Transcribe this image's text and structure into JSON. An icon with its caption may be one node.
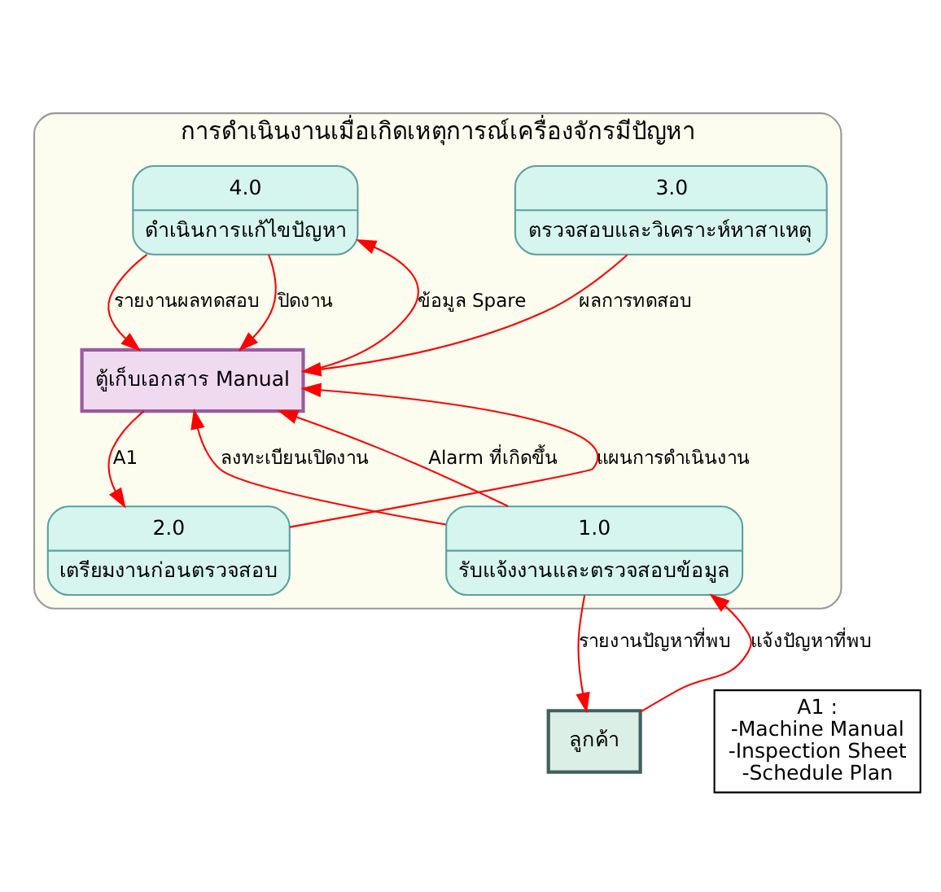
{
  "diagram": {
    "nodes": [
      {
        "text": [
          "การดำเนินงานเมื่อเกิดเหตุการณ์เครื่องจักรมีปัญหา"
        ]
      },
      {
        "text": [
          "3.0",
          "ตรวจสอบและวิเคราะห์หาสาเหตุ"
        ],
        "in": 0
      },
      {
        "text": [
          "4.0",
          "ดำเนินการแก้ไขปัญหา"
        ],
        "in": 0
      },
      {
        "text": [
          "ตู้เก็บเอกสาร Manual"
        ],
        "in": 0
      },
      {
        "text": [
          "1.0",
          "รับแจ้งงานและตรวจสอบข้อมูล"
        ],
        "in": 0
      },
      {
        "text": [
          "2.0",
          "เตรียมงานก่อนตรวจสอบ"
        ],
        "in": 0
      },
      {
        "text": [
          "ลูกค้า"
        ]
      },
      {
        "text": [
          "A1 :",
          "-Machine Manual",
          "-Inspection Sheet",
          "-Schedule Plan"
        ]
      }
    ],
    "edges": [
      {
        "from": 1,
        "to": 3,
        "arrow": "to",
        "label": "ผลการทดสอบ"
      },
      {
        "from": 2,
        "to": 3,
        "arrow": "to",
        "label": "รายงานผลทดสอบ"
      },
      {
        "from": 3,
        "to": 2,
        "arrow": "to",
        "label": "ข้อมูล Spare"
      },
      {
        "from": 2,
        "to": 3,
        "arrow": "to",
        "label": "ปิดงาน"
      },
      {
        "from": 4,
        "to": 3,
        "arrow": "to",
        "label": "ลงทะเบียนเปิดงาน"
      },
      {
        "from": 4,
        "to": 3,
        "arrow": "to",
        "label": "Alarm ที่เกิดขึ้น"
      },
      {
        "from": 5,
        "to": 3,
        "arrow": "to",
        "label": "แผนการดำเนินงาน"
      },
      {
        "from": 3,
        "to": 5,
        "arrow": "to",
        "label": "A1"
      },
      {
        "from": 6,
        "to": 4,
        "arrow": "to",
        "label": "แจ้งปัญหาที่พบ"
      },
      {
        "from": 4,
        "to": 6,
        "arrow": "to",
        "label": "รายงานปัญหาที่พบ"
      }
    ]
  }
}
